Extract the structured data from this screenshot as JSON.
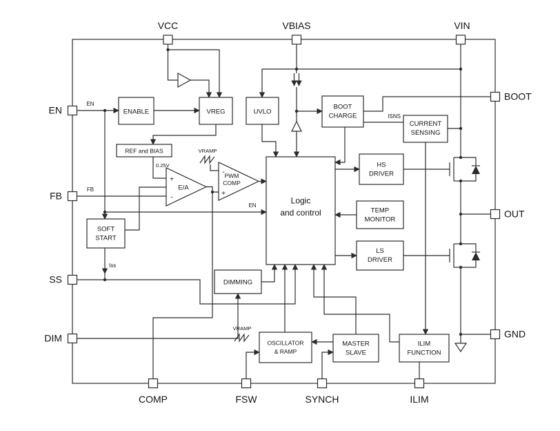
{
  "colors": {
    "line": "#2b2b2b",
    "text": "#111111",
    "background": "#ffffff"
  },
  "pins": {
    "vcc": "VCC",
    "vbias": "VBIAS",
    "vin": "VIN",
    "boot": "BOOT",
    "out": "OUT",
    "gnd": "GND",
    "en": "EN",
    "fb": "FB",
    "ss": "SS",
    "dim": "DIM",
    "comp": "COMP",
    "fsw": "FSW",
    "synch": "SYNCH",
    "ilim": "ILIM"
  },
  "blocks": {
    "enable": "ENABLE",
    "vreg": "VREG",
    "uvlo": "UVLO",
    "boot_charge": [
      "BOOT",
      "CHARGE"
    ],
    "current_sensing": [
      "CURRENT",
      "SENSING"
    ],
    "hs_driver": [
      "HS",
      "DRIVER"
    ],
    "temp_monitor": [
      "TEMP",
      "MONITOR"
    ],
    "ls_driver": [
      "LS",
      "DRIVER"
    ],
    "ref_bias": "REF and BIAS",
    "ea": "E/A",
    "pwm_comp": [
      "PWM",
      "COMP"
    ],
    "logic": [
      "Logic",
      "and control"
    ],
    "soft_start": [
      "SOFT",
      "START"
    ],
    "dimming": "DIMMING",
    "oscillator": [
      "OSCILLATOR",
      "& RAMP"
    ],
    "master_slave": [
      "MASTER",
      "SLAVE"
    ],
    "ilim_function": [
      "ILIM",
      "FUNCTION"
    ]
  },
  "signals": {
    "en_input": "EN",
    "fb_input": "FB",
    "en_logic": "EN",
    "isns": "ISNS",
    "vramp_pwm": "VRAMP",
    "vramp_osc": "VRAMP",
    "vref": "0.25V",
    "iss": "Iss",
    "ea_plus": "+",
    "ea_minus": "-",
    "pwm_plus": "+",
    "pwm_minus": "-"
  }
}
